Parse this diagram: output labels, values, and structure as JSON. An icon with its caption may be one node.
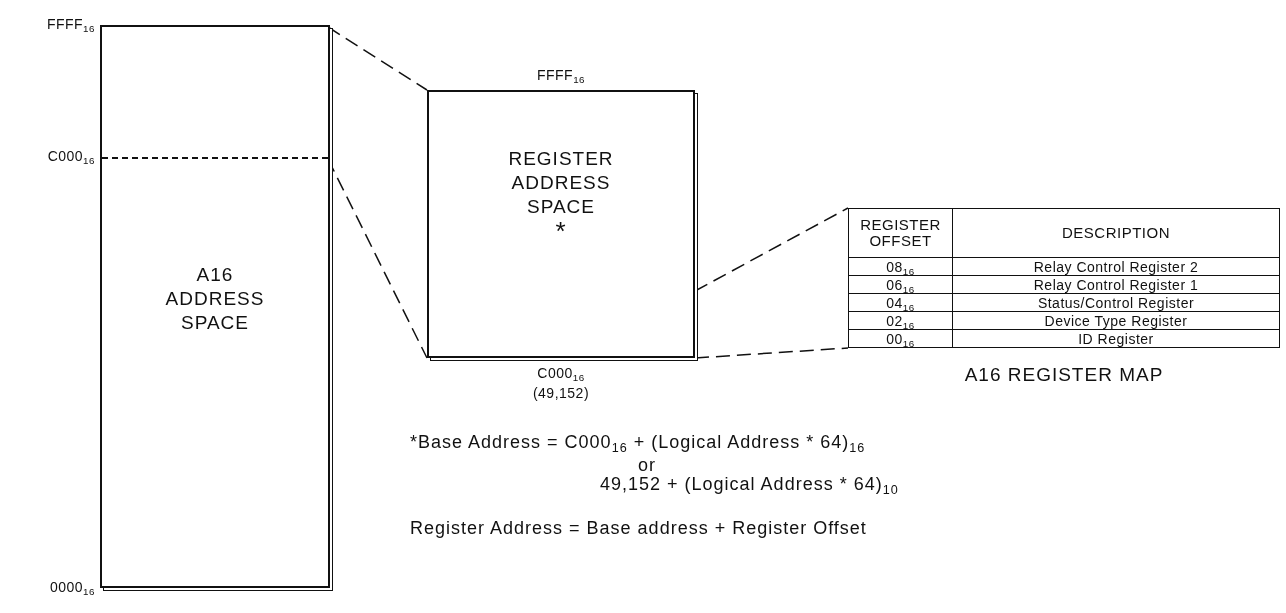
{
  "diagram": {
    "nodes": [
      {
        "text": [
          "A16 ADDRESS SPACE"
        ],
        "beside": [
          "FFFF$_{16}$",
          "C000$_{16}$",
          "0000$_{16}$"
        ]
      },
      {
        "text": [],
        "shape": "box",
        "in": 0
      },
      {
        "text": [
          "REGISTER ADDRESS SPACE",
          "*"
        ],
        "beside": [
          "FFFF$_{16}$",
          "C000$_{16}$ (49,152)"
        ]
      },
      {
        "text": [
          "A16 REGISTER MAP"
        ]
      }
    ],
    "edges": [
      {
        "from": 1,
        "to": 2,
        "arrow": "none",
        "style": "dashed"
      },
      {
        "from": 1,
        "to": 2,
        "arrow": "none",
        "style": "dashed"
      },
      {
        "from": 2,
        "to": 3,
        "arrow": "none",
        "style": "dashed"
      },
      {
        "from": 2,
        "to": 3,
        "arrow": "none",
        "style": "dashed"
      }
    ],
    "labels": [
      "REGISTER OFFSET",
      "DESCRIPTION",
      "08$_{16}$",
      "Relay Control Register 2",
      "06$_{16}$",
      "Relay Control Register 1",
      "04$_{16}$",
      "Status/Control Register",
      "02$_{16}$",
      "Device Type Register",
      "00$_{16}$",
      "ID Register",
      "*Base Address = C000$_{16}$ + (Logical Address * 64)$_{16}$",
      "or",
      "49,152 + (Logical Address * 64)$_{10}$",
      "Register Address = Base address + Register Offset"
    ]
  }
}
